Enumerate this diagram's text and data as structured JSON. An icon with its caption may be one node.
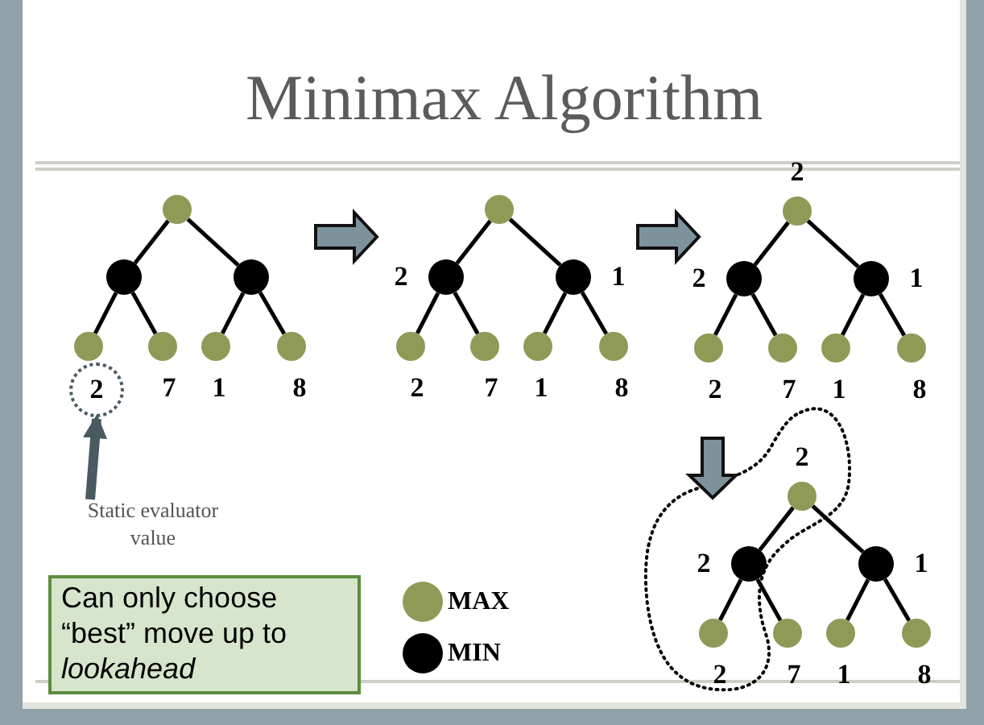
{
  "diagram": {
    "title": "Minimax Algorithm",
    "nodes": [
      {
        "text": [],
        "shape": "circle"
      },
      {
        "text": [],
        "shape": "circle"
      },
      {
        "text": [],
        "shape": "circle"
      },
      {
        "text": [],
        "shape": "circle"
      },
      {
        "text": [],
        "shape": "circle",
        "beside": [
          "7"
        ]
      },
      {
        "text": [],
        "shape": "circle",
        "beside": [
          "1"
        ]
      },
      {
        "text": [],
        "shape": "circle",
        "beside": [
          "8"
        ]
      },
      {
        "text": [],
        "shape": "circle"
      },
      {
        "text": [],
        "shape": "circle",
        "beside": [
          "2"
        ]
      },
      {
        "text": [],
        "shape": "circle",
        "beside": [
          "1"
        ]
      },
      {
        "text": [],
        "shape": "circle",
        "beside": [
          "2"
        ]
      },
      {
        "text": [],
        "shape": "circle",
        "beside": [
          "7"
        ]
      },
      {
        "text": [],
        "shape": "circle",
        "beside": [
          "1"
        ]
      },
      {
        "text": [],
        "shape": "circle",
        "beside": [
          "8"
        ]
      },
      {
        "text": [],
        "shape": "circle",
        "beside": [
          "2"
        ]
      },
      {
        "text": [],
        "shape": "circle",
        "beside": [
          "2"
        ]
      },
      {
        "text": [],
        "shape": "circle",
        "beside": [
          "1"
        ]
      },
      {
        "text": [],
        "shape": "circle",
        "beside": [
          "2"
        ]
      },
      {
        "text": [],
        "shape": "circle",
        "beside": [
          "7"
        ]
      },
      {
        "text": [],
        "shape": "circle",
        "beside": [
          "1"
        ]
      },
      {
        "text": [],
        "shape": "circle",
        "beside": [
          "8"
        ]
      },
      {
        "text": [
          "2"
        ]
      },
      {
        "text": [
          "Static evaluator value"
        ]
      },
      {
        "text": [
          "Can only choose “best” move up to *lookahead*"
        ]
      },
      {
        "text": [],
        "shape": "circle",
        "beside": [
          "2"
        ]
      },
      {
        "text": [],
        "shape": "circle",
        "beside": [
          "2"
        ]
      },
      {
        "text": [],
        "shape": "circle",
        "beside": [
          "1"
        ]
      },
      {
        "text": [],
        "shape": "circle",
        "beside": [
          "2"
        ]
      },
      {
        "text": [],
        "shape": "circle",
        "beside": [
          "7"
        ]
      },
      {
        "text": [],
        "shape": "circle",
        "beside": [
          "1"
        ]
      },
      {
        "text": [],
        "shape": "circle",
        "beside": [
          "8"
        ]
      }
    ],
    "edges": [
      {
        "from": 0,
        "to": 1,
        "arrow": "none"
      },
      {
        "from": 0,
        "to": 2,
        "arrow": "none"
      },
      {
        "from": 1,
        "to": 3,
        "arrow": "none"
      },
      {
        "from": 1,
        "to": 4,
        "arrow": "none"
      },
      {
        "from": 2,
        "to": 5,
        "arrow": "none"
      },
      {
        "from": 2,
        "to": 6,
        "arrow": "none"
      },
      {
        "from": 7,
        "to": 8,
        "arrow": "none"
      },
      {
        "from": 7,
        "to": 9,
        "arrow": "none"
      },
      {
        "from": 8,
        "to": 10,
        "arrow": "none"
      },
      {
        "from": 8,
        "to": 11,
        "arrow": "none"
      },
      {
        "from": 9,
        "to": 12,
        "arrow": "none"
      },
      {
        "from": 9,
        "to": 13,
        "arrow": "none"
      },
      {
        "from": 14,
        "to": 15,
        "arrow": "none"
      },
      {
        "from": 14,
        "to": 16,
        "arrow": "none"
      },
      {
        "from": 15,
        "to": 17,
        "arrow": "none"
      },
      {
        "from": 15,
        "to": 18,
        "arrow": "none"
      },
      {
        "from": 16,
        "to": 19,
        "arrow": "none"
      },
      {
        "from": 16,
        "to": 20,
        "arrow": "none"
      },
      {
        "from": 22,
        "to": 21,
        "arrow": "to",
        "style": "thick",
        "color": "#4a5a63"
      },
      {
        "from": 24,
        "to": 25,
        "arrow": "none"
      },
      {
        "from": 24,
        "to": 26,
        "arrow": "none"
      },
      {
        "from": 25,
        "to": 27,
        "arrow": "none"
      },
      {
        "from": 25,
        "to": 28,
        "arrow": "none"
      },
      {
        "from": 26,
        "to": 29,
        "arrow": "none"
      },
      {
        "from": 26,
        "to": 30,
        "arrow": "none"
      }
    ],
    "legend": [
      {
        "text": "MAX",
        "color": "#8f9a57"
      },
      {
        "text": "MIN",
        "color": "#000000"
      }
    ]
  }
}
